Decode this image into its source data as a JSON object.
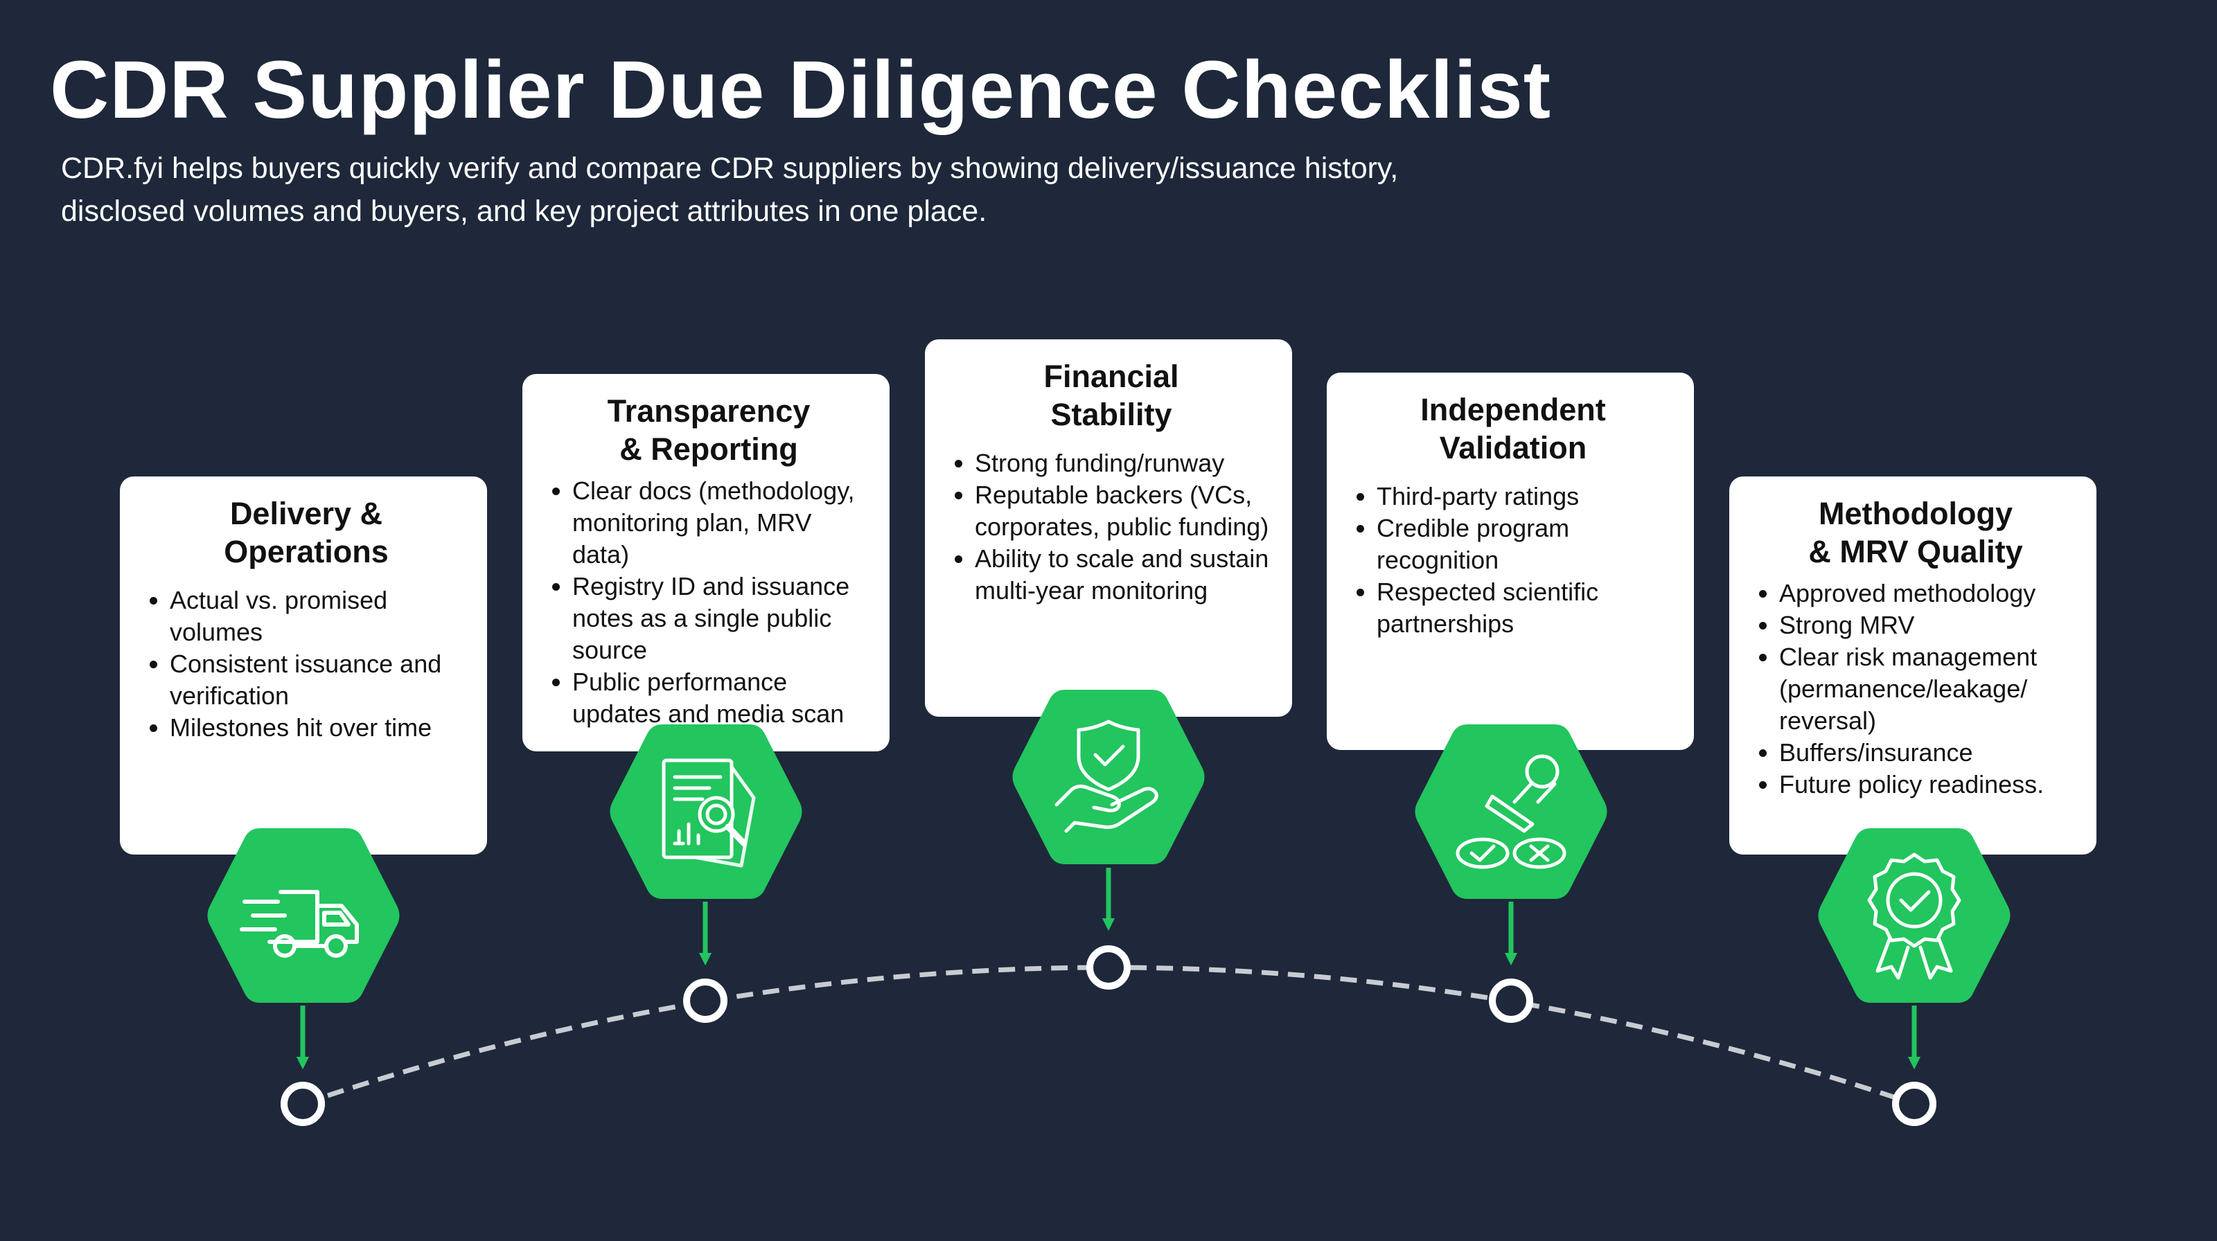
{
  "title": "CDR Supplier Due Diligence Checklist",
  "subtitle": "CDR.fyi helps buyers quickly verify and compare CDR suppliers by showing delivery/issuance history, disclosed volumes and buyers, and key project attributes in one place.",
  "colors": {
    "background": "#1e283a",
    "accent_green": "#22c55e",
    "card": "#ffffff",
    "timeline_dash": "#c8ccd2"
  },
  "steps": [
    {
      "title_lines": [
        "Delivery &",
        "Operations"
      ],
      "icon": "delivery-truck-icon",
      "bullets": [
        "Actual vs. promised volumes",
        "Consistent issuance and verification",
        "Milestones hit over time"
      ]
    },
    {
      "title_lines": [
        "Transparency",
        "& Reporting"
      ],
      "icon": "report-magnifier-icon",
      "bullets": [
        "Clear docs (methodology, monitoring plan, MRV data)",
        "Registry ID and issuance notes as a single public source",
        "Public performance updates and media scan"
      ]
    },
    {
      "title_lines": [
        "Financial",
        "Stability"
      ],
      "icon": "shield-hand-icon",
      "bullets": [
        "Strong funding/runway",
        "Reputable backers (VCs, corporates, public funding)",
        "Ability to scale and sustain multi-year monitoring"
      ]
    },
    {
      "title_lines": [
        "Independent",
        "Validation"
      ],
      "icon": "approval-stamp-icon",
      "bullets": [
        "Third-party ratings",
        "Credible program recognition",
        "Respected scientific partnerships"
      ]
    },
    {
      "title_lines": [
        "Methodology",
        "& MRV Quality"
      ],
      "icon": "certified-badge-icon",
      "bullets": [
        "Approved methodology",
        "Strong MRV",
        "Clear risk management (permanence/leakage/ reversal)",
        "Buffers/insurance",
        "Future policy readiness."
      ]
    }
  ]
}
